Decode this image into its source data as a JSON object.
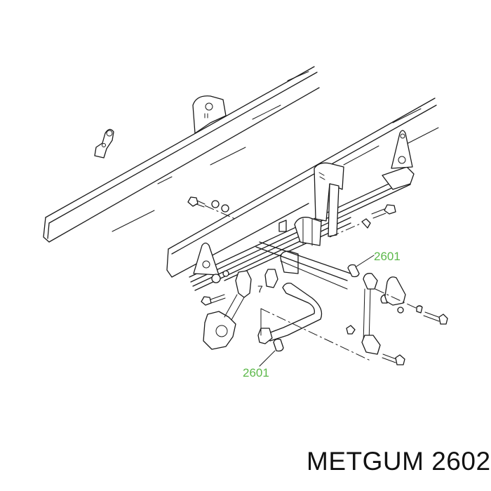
{
  "diagram": {
    "type": "exploded-parts-diagram",
    "subject": "rear leaf spring suspension with stabilizer bar",
    "callouts": [
      {
        "id": "callout-upper",
        "label": "2601",
        "color": "#5cb84a"
      },
      {
        "id": "callout-lower",
        "label": "2601",
        "color": "#5cb84a"
      }
    ],
    "reference_numbers": [
      {
        "id": "ref-7",
        "label": "7"
      }
    ],
    "caption": {
      "brand": "METGUM",
      "part_number": "2602",
      "text": "METGUM 2602"
    },
    "colors": {
      "line_art": "#1a1a1a",
      "callout_text": "#5cb84a",
      "background": "#ffffff"
    }
  }
}
